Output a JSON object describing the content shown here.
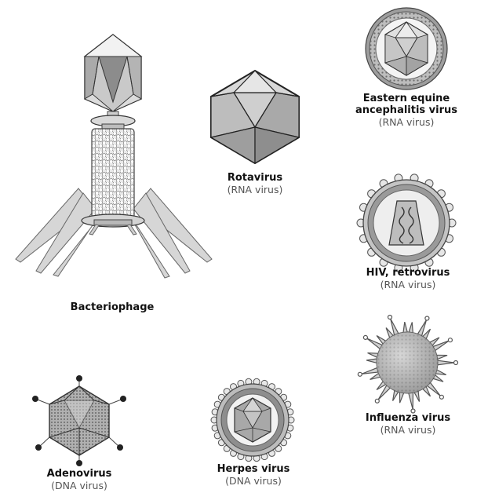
{
  "viruses": {
    "bacteriophage": {
      "name": "Bacteriophage"
    },
    "rotavirus": {
      "name": "Rotavirus",
      "type": "(RNA virus)"
    },
    "eastern_equine": {
      "name_line1": "Eastern equine",
      "name_line2": "ancephalitis virus",
      "type": "(RNA virus)"
    },
    "hiv": {
      "name": "HIV, retrovirus",
      "type": "(RNA virus)"
    },
    "influenza": {
      "name": "Influenza virus",
      "type": "(RNA virus)"
    },
    "adenovirus": {
      "name": "Adenovirus",
      "type": "(DNA virus)"
    },
    "herpes": {
      "name": "Herpes virus",
      "type": "(DNA virus)"
    }
  }
}
